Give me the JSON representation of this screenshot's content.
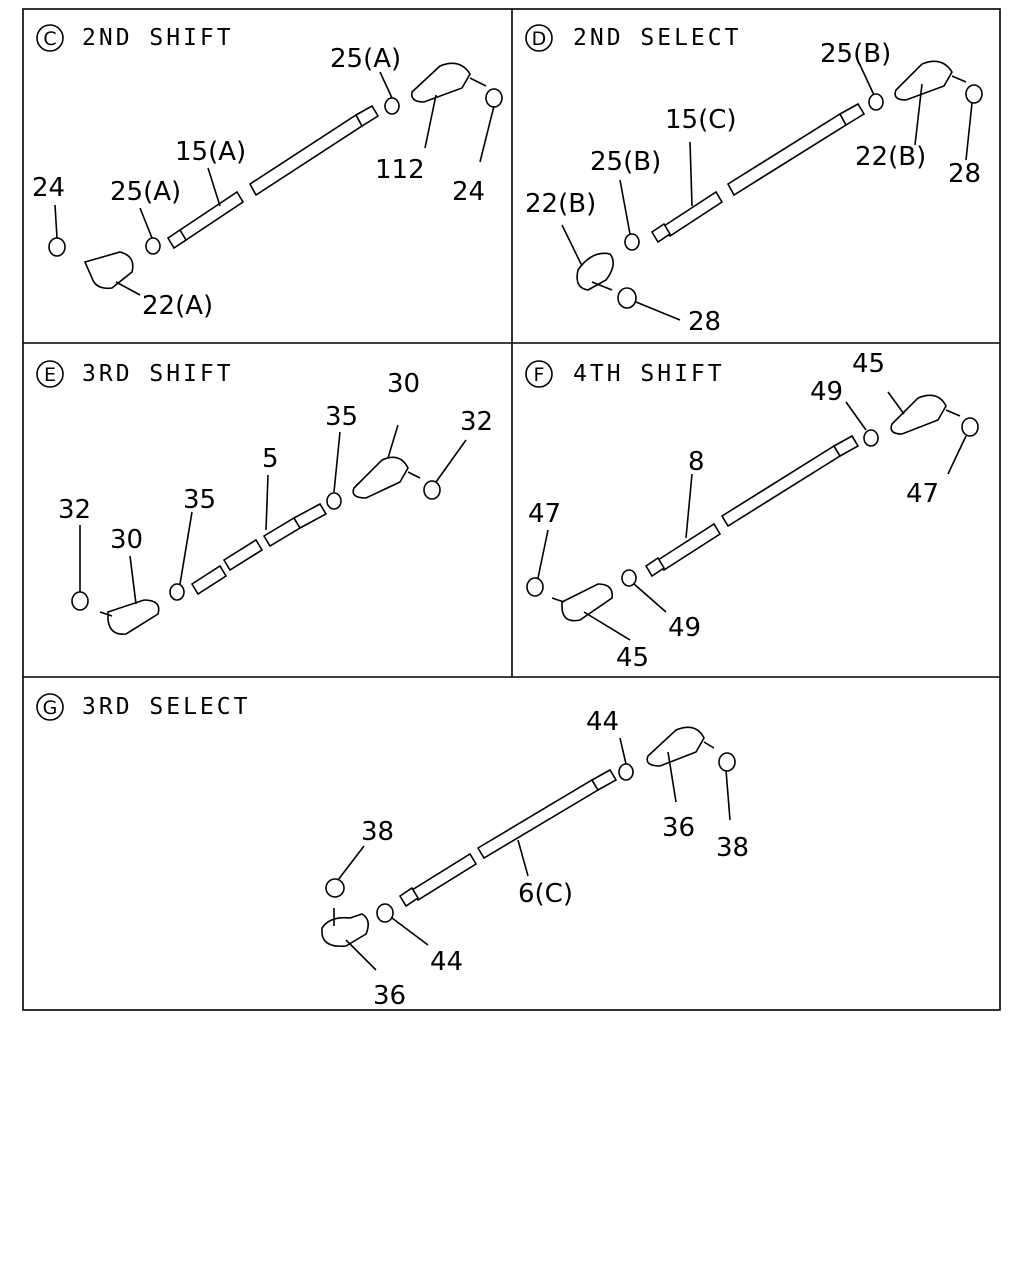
{
  "panels": [
    {
      "id": "C",
      "letter": "C",
      "title": "2ND SHIFT",
      "labels": [
        "25(A)",
        "112",
        "24",
        "15(A)",
        "24",
        "25(A)",
        "22(A)"
      ]
    },
    {
      "id": "D",
      "letter": "D",
      "title": "2ND SELECT",
      "labels": [
        "25(B)",
        "22(B)",
        "28",
        "15(C)",
        "25(B)",
        "22(B)",
        "28"
      ]
    },
    {
      "id": "E",
      "letter": "E",
      "title": "3RD SHIFT",
      "labels": [
        "30",
        "35",
        "32",
        "5",
        "35",
        "32",
        "30"
      ]
    },
    {
      "id": "F",
      "letter": "F",
      "title": "4TH SHIFT",
      "labels": [
        "45",
        "49",
        "47",
        "8",
        "47",
        "49",
        "45"
      ]
    },
    {
      "id": "G",
      "letter": "G",
      "title": "3RD SELECT",
      "labels": [
        "44",
        "36",
        "38",
        "38",
        "6(C)",
        "44",
        "36"
      ]
    }
  ]
}
